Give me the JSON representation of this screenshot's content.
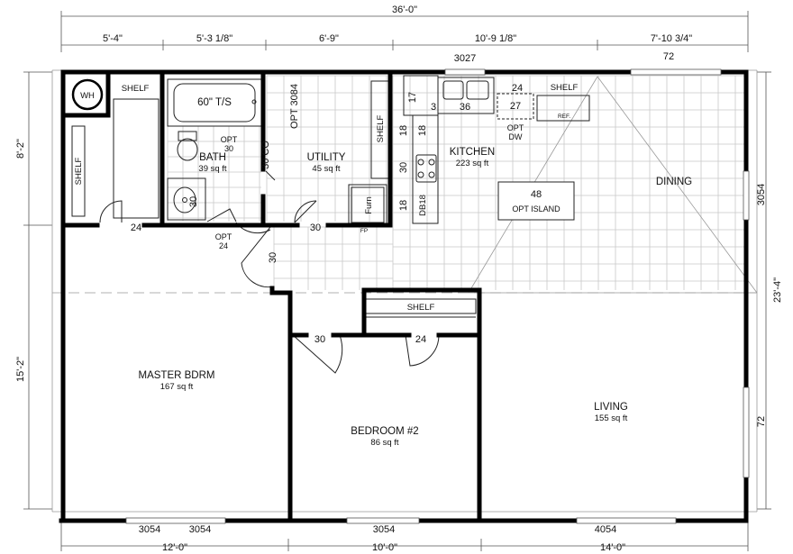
{
  "dimensions": {
    "overall_width": "36'-0\"",
    "top": [
      "5'-4\"",
      "5'-3 1/8\"",
      "6'-9\"",
      "10'-9 1/8\"",
      "7'-10 3/4\""
    ],
    "bottom": [
      "12'-0\"",
      "10'-0\"",
      "14'-0\""
    ],
    "left": [
      "8'-2\"",
      "15'-2\""
    ],
    "right": "23'-4\""
  },
  "rooms": {
    "master": {
      "name": "MASTER BDRM",
      "area": "167 sq ft"
    },
    "bedroom2": {
      "name": "BEDROOM #2",
      "area": "86 sq ft"
    },
    "living": {
      "name": "LIVING",
      "area": "155 sq ft"
    },
    "dining": {
      "name": "DINING"
    },
    "kitchen": {
      "name": "KITCHEN",
      "area": "223 sq ft"
    },
    "utility": {
      "name": "UTILITY",
      "area": "45 sq ft"
    },
    "bath": {
      "name": "BATH",
      "area": "39 sq ft"
    }
  },
  "fixtures": {
    "water_heater": "WH",
    "tub": "60\" T/S",
    "furnace": "Furn",
    "fireplace": "FP",
    "refrigerator": "REF.",
    "island": "OPT ISLAND",
    "island_size": "48",
    "dishwasher": "OPT\nDW",
    "sink_size": "36",
    "db18": "DB18"
  },
  "shelves": {
    "shelf_wh": "SHELF",
    "shelf_vertical": "SHELF",
    "shelf_utility": "SHELF",
    "shelf_kitchen": "SHELF",
    "shelf_bed2": "SHELF"
  },
  "windows": {
    "top_left": "3027",
    "top_right": "72",
    "bottom": [
      "3054",
      "3054",
      "3054",
      "4054"
    ],
    "right": [
      "3054",
      "72"
    ],
    "utility_opt": "OPT 3084"
  },
  "doors": {
    "closet_master": "24",
    "opt_bath": "OPT\n30",
    "opt_hall": "OPT\n24",
    "bath_30": "30",
    "utility_30_co": "30 CO",
    "utility_30": "30",
    "hall_30": "30",
    "master_30": "30",
    "bed2_24": "24"
  },
  "cabinets": {
    "c17": "17",
    "c3": "3",
    "c24": "24",
    "c27": "27",
    "c18a": "18",
    "c18b": "18",
    "c30": "30",
    "c18c": "18"
  }
}
